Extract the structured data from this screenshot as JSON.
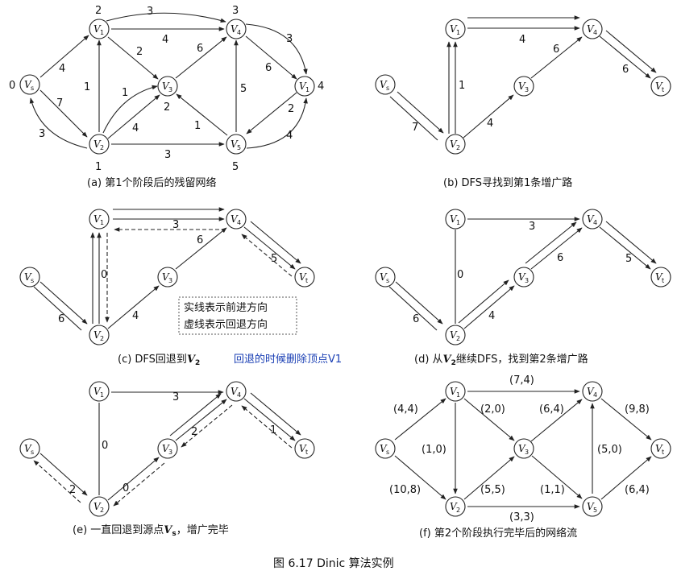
{
  "captions": {
    "a": "(a) 第1个阶段后的残留网络",
    "b": "(b) DFS寻找到第1条增广路",
    "c_pre": "(c) DFS回退到",
    "c_node": "V",
    "c_sub": "2",
    "c_note": "回退的时候删除顶点V1",
    "d_pre": "(d) 从",
    "d_node": "V",
    "d_sub": "2",
    "d_post": "继续DFS，找到第2条增广路",
    "e_pre": "(e) 一直回退到源点",
    "e_node": "V",
    "e_sub": "s",
    "e_post": "，增广完毕",
    "f": "(f) 第2个阶段执行完毕后的网络流",
    "figure": "图 6.17 Dinic 算法实例"
  },
  "legend_box": {
    "line1": "实线表示前进方向",
    "line2": "虚线表示回退方向"
  },
  "panel_a": {
    "levels": {
      "vs": "0",
      "v1": "2",
      "v2": "1",
      "v3": "2",
      "v4": "3",
      "v5": "5",
      "vt": "4"
    },
    "edges": {
      "v1_v4_top": "3",
      "v1_v4": "4",
      "vs_v1": "4",
      "vs_v2": "7",
      "v2_vs": "3",
      "v2_v1": "1",
      "v1_v3": "2",
      "v3_v4": "6",
      "v2_v3_top": "1",
      "v2_v3": "4",
      "v2_v5": "3",
      "v5_v4": "5",
      "v5_v3": "1",
      "v4_vt": "6",
      "v4_vt_top": "3",
      "vt_v5": "2",
      "v5_vt": "4"
    }
  },
  "panel_b": {
    "edges": {
      "vs_v2": "7",
      "v2_v1": "1",
      "v1_v4": "4",
      "v2_v3": "4",
      "v3_v4": "6",
      "v4_vt": "6"
    }
  },
  "panel_c": {
    "edges": {
      "vs_v2": "6",
      "v2_v1": "0",
      "v1_v4": "3",
      "v2_v3": "4",
      "v3_v4": "6",
      "v4_vt": "5"
    }
  },
  "panel_d": {
    "edges": {
      "vs_v2": "6",
      "v2_v1": "0",
      "v1_v4": "3",
      "v2_v3": "4",
      "v3_v4": "6",
      "v4_vt": "5"
    }
  },
  "panel_e": {
    "edges": {
      "vs_v2": "2",
      "v2_v1": "0",
      "v1_v4": "3",
      "v2_v3": "0",
      "v3_v4": "2",
      "v4_vt": "1"
    }
  },
  "panel_f": {
    "edges": {
      "vs_v1": "(4,4)",
      "vs_v2": "(10,8)",
      "v1_v4": "(7,4)",
      "v1_v3": "(2,0)",
      "v1_v2": "(1,0)",
      "v3_v4": "(6,4)",
      "v2_v3": "(5,5)",
      "v3_v5": "(1,1)",
      "v2_v5": "(3,3)",
      "v5_v4": "(5,0)",
      "v4_vt": "(9,8)",
      "v5_vt": "(6,4)"
    }
  },
  "node_labels": {
    "main": "V",
    "s": "s",
    "one": "1",
    "two": "2",
    "three": "3",
    "four": "4",
    "five": "5",
    "t": "t"
  }
}
